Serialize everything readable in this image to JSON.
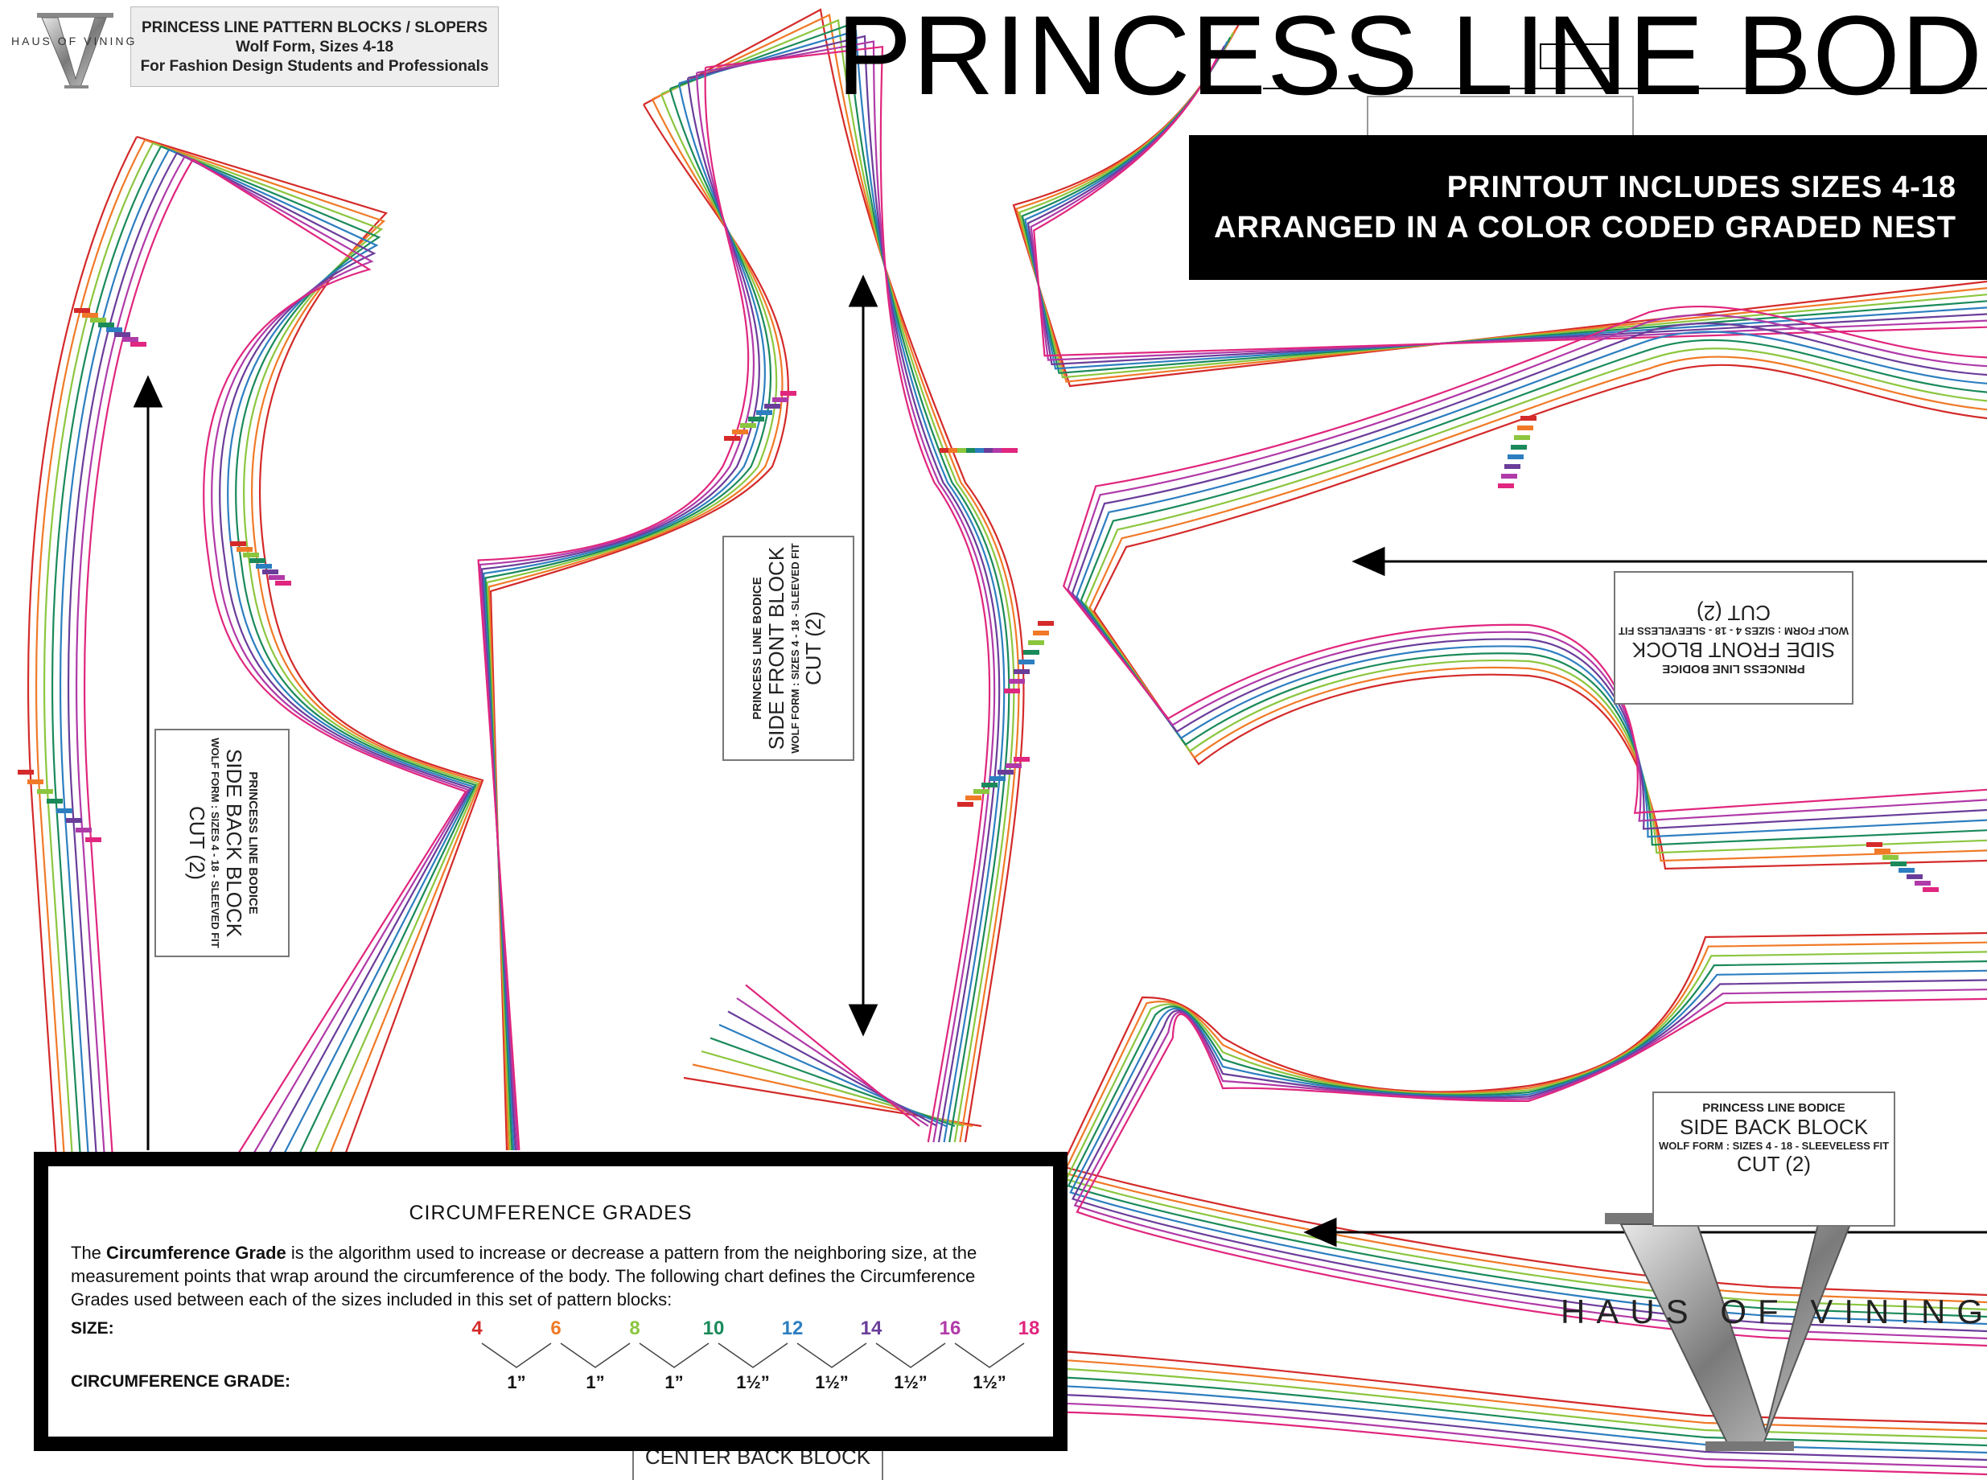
{
  "header": {
    "line1": "PRINCESS LINE PATTERN BLOCKS / SLOPERS",
    "line2": "Wolf Form, Sizes 4-18",
    "line3": "For Fashion Design Students and Professionals"
  },
  "brand": {
    "name": "HAUS OF VINING",
    "monogram": "V"
  },
  "title": "PRINCESS LINE BODICE",
  "promo": {
    "line1": "PRINTOUT INCLUDES SIZES 4-18",
    "line2": "ARRANGED IN A COLOR CODED GRADED NEST"
  },
  "labels": {
    "side_back_sleeved": {
      "line1": "PRINCESS LINE BODICE",
      "line2": "SIDE BACK BLOCK",
      "line3": "WOLF FORM : SIZES 4 - 18 - SLEEVED FIT",
      "line4": "CUT (2)"
    },
    "side_front_sleeved": {
      "line1": "PRINCESS LINE BODICE",
      "line2": "SIDE FRONT BLOCK",
      "line3": "WOLF FORM : SIZES 4 - 18 - SLEEVED FIT",
      "line4": "CUT (2)"
    },
    "side_front_sleeveless": {
      "line1": "PRINCESS LINE BODICE",
      "line2": "SIDE FRONT BLOCK",
      "line3": "WOLF FORM : SIZES 4 - 18 - SLEEVELESS FIT",
      "line4": "CUT (2)"
    },
    "side_back_sleeveless": {
      "line1": "PRINCESS LINE BODICE",
      "line2": "SIDE BACK BLOCK",
      "line3": "WOLF FORM : SIZES 4 - 18 - SLEEVELESS FIT",
      "line4": "CUT (2)"
    },
    "center_back": {
      "line2": "CENTER BACK BLOCK"
    }
  },
  "grades": {
    "title": "CIRCUMFERENCE GRADES",
    "desc_pre": "The ",
    "desc_bold": "Circumference Grade",
    "desc_post": " is the algorithm used to increase or decrease a pattern from the neighboring size, at the measurement points that wrap around the circumference of the body. The following chart defines the Circumference Grades used between each of the sizes included in this set of pattern blocks:",
    "size_label": "SIZE:",
    "grade_label": "CIRCUMFERENCE GRADE:",
    "sizes": [
      "4",
      "6",
      "8",
      "10",
      "12",
      "14",
      "16",
      "18"
    ],
    "values": [
      "1”",
      "1”",
      "1”",
      "1½”",
      "1½”",
      "1½”",
      "1½”"
    ]
  },
  "size_colors": [
    "#d42a2a",
    "#f07a28",
    "#8cc63f",
    "#1a8a5a",
    "#2d7ec0",
    "#6a3d9a",
    "#b03aa8",
    "#e0267e"
  ],
  "icons": [
    "grainline-arrow-icon",
    "haus-of-vining-logo-icon"
  ]
}
